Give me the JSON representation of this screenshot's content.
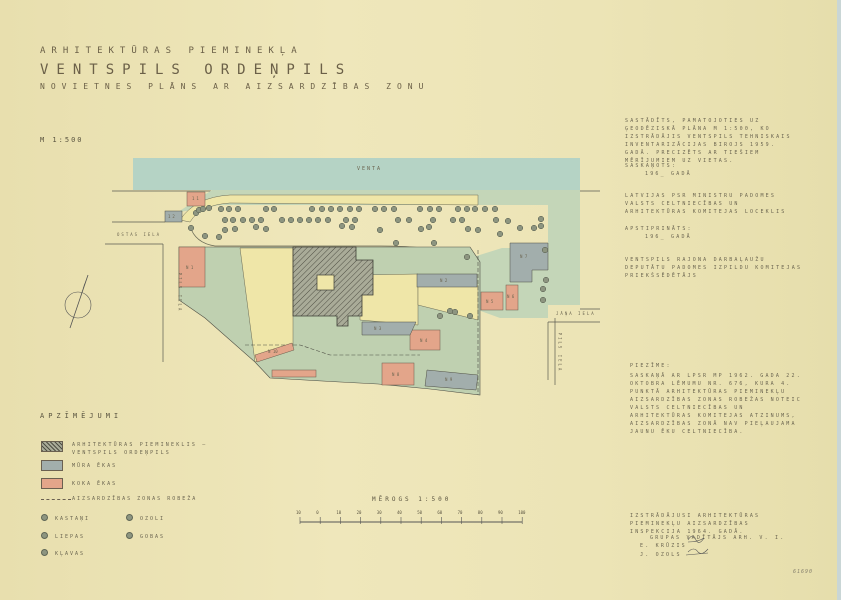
{
  "title": {
    "line1": "Arhitektūras pieminekļa",
    "line2": "Ventspils ordeņpils",
    "line3": "novietnes plāns ar aizsardzības zonu",
    "scale": "M 1:500"
  },
  "plan": {
    "river": "Venta",
    "streets": [
      "Ostas iela",
      "Pils iela",
      "Jāņa iela",
      "Pils iela"
    ],
    "buildings": [
      "11",
      "12",
      "N 1",
      "N 2",
      "N 3",
      "N 4",
      "N 5",
      "N 6",
      "N 7",
      "N 8",
      "N 9",
      "N 10"
    ]
  },
  "notes": {
    "basis": "Sastādīts, pamatojoties uz ģeodēziskā plāna M 1:500, ko izstrādājis Ventspils tehniskais inventarizācijas birojs 1959. gadā. Precizēts ar tiešiem mērījumiem uz vietas.",
    "agreed_label": "Saskaņots:",
    "agreed_year": "196_ gadā",
    "agreed_signer": "Latvijas PSR Ministru Padomes Valsts celtniecības un arhitektūras komitejas loceklis",
    "approved_label": "Apstiprināts:",
    "approved_year": "196_ gadā",
    "approved_signer": "Ventspils rajona darbaļaužu deputātu padomes izpildu komitejas priekšsēdētājs",
    "remark_label": "Piezīme:",
    "remark": "Saskaņā ar LPSR MP 1962. gada 22. oktobra lēmumu Nr. 676, kura 4. punktā arhitektūras pieminekļu aizsardzības zonas robežas noteic Valsts celtniecības un arhitektūras komitejas atzinums, aizsardzības zonā nav pieļaujama jaunu ēku celtniecība.",
    "author": "Izstrādājusi arhitektūras pieminekļu aizsardzības inspekcija 1964. gadā.",
    "group_lead": "Grupas vadītājs arh. V. I.",
    "signer1": "E. Krūzis",
    "signer2": "J. Ozols"
  },
  "legend": {
    "title": "Apzīmējumi",
    "monument": "Arhitektūras piemineklis — Ventspils ordeņpils",
    "masonry": "Mūra ēkas",
    "wooden": "Koka ēkas",
    "zone": "Aizsardzības zonas robeža",
    "trees": [
      "Kastaņi",
      "Ozoli",
      "Liepas",
      "Gobas",
      "Kļavas"
    ]
  },
  "scalebar": {
    "title": "Mērogs 1:500",
    "ticks": [
      "10",
      "0",
      "10",
      "20",
      "30",
      "40",
      "50",
      "60",
      "70",
      "80",
      "90",
      "100"
    ]
  },
  "stamp": "61690",
  "colors": {
    "water": "#b5d3c5",
    "green": "#bfd0b0",
    "yard": "#efe6a8",
    "masonry": "#a2aeac",
    "wood": "#e3a58a"
  }
}
